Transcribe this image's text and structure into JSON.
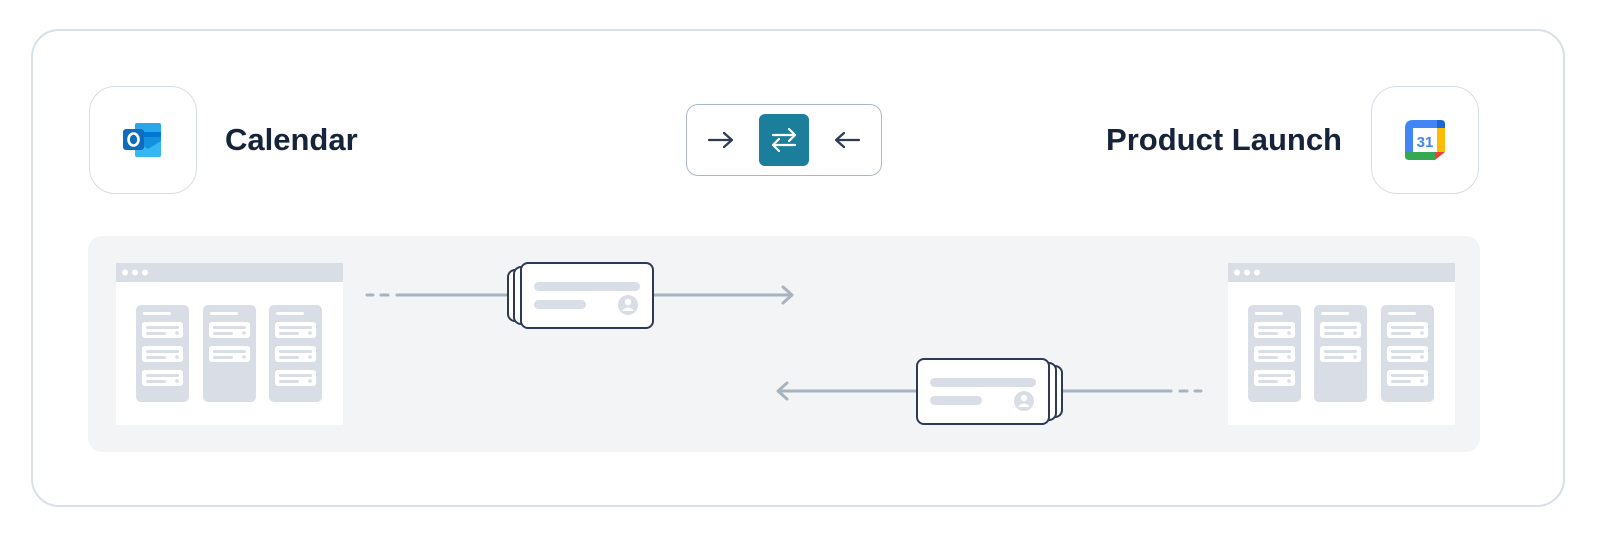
{
  "left_app": {
    "title": "Calendar",
    "icon": "outlook-icon",
    "brand_color": "#0f6cbd"
  },
  "right_app": {
    "title": "Product Launch",
    "icon": "google-calendar-icon",
    "badge_text": "31"
  },
  "sync_toggle": {
    "options": [
      {
        "icon": "arrow-right-icon",
        "active": false
      },
      {
        "icon": "bidirectional-arrows-icon",
        "active": true
      },
      {
        "icon": "arrow-left-icon",
        "active": false
      }
    ],
    "active_color": "#1b7f9b"
  },
  "colors": {
    "outline": "#2c3a57",
    "line": "#a9b3c0",
    "placeholder": "#d8dde6",
    "panel": "#f3f4f6"
  }
}
